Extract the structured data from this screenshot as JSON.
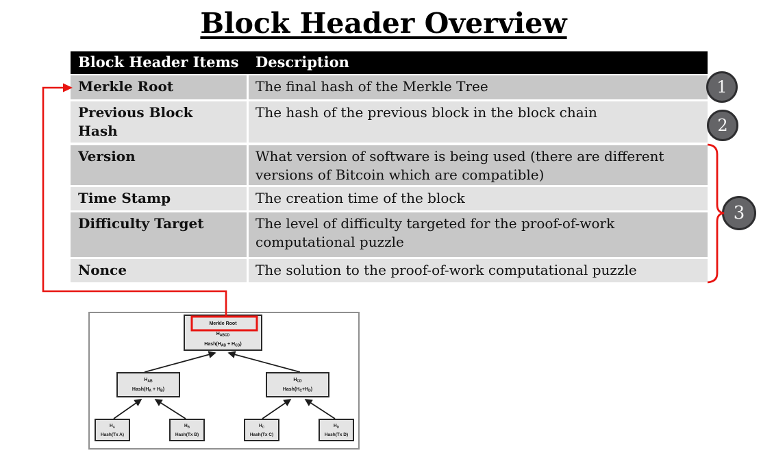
{
  "title": "Block Header Overview",
  "table": {
    "headers": [
      "Block Header Items",
      "Description"
    ],
    "rows": [
      {
        "item": "Merkle Root",
        "description": "The final hash of the Merkle Tree",
        "shade": "dark"
      },
      {
        "item": "Previous Block\nHash",
        "description": "The hash of the previous block in the block chain",
        "shade": "light"
      },
      {
        "item": "Version",
        "description": "What version of software is being used (there are different\nversions of Bitcoin which are compatible)",
        "shade": "dark"
      },
      {
        "item": "Time Stamp",
        "description": "The creation time of the block",
        "shade": "light"
      },
      {
        "item": "Difficulty Target",
        "description": "The level of difficulty targeted for the proof-of-work\ncomputational puzzle",
        "shade": "dark"
      },
      {
        "item": "Nonce",
        "description": "The solution to the proof-of-work computational puzzle",
        "shade": "light"
      }
    ]
  },
  "annotations": {
    "badges": [
      "1",
      "2",
      "3"
    ],
    "arrow_target": "Merkle Root row to Merkle Root node in tree diagram",
    "brace_rows": "Version through Nonce"
  },
  "tree": {
    "root": {
      "label": "Merkle Root",
      "hash_main": "H",
      "hash_sub": "ABCD",
      "formula": [
        {
          "t": "Hash(H"
        },
        {
          "t": "AB",
          "sub": true
        },
        {
          "t": " + H"
        },
        {
          "t": "CD",
          "sub": true
        },
        {
          "t": ")"
        }
      ]
    },
    "left": {
      "hash_main": "H",
      "hash_sub": "AB",
      "formula": [
        {
          "t": "Hash(H"
        },
        {
          "t": "A",
          "sub": true
        },
        {
          "t": " + H"
        },
        {
          "t": "B",
          "sub": true
        },
        {
          "t": ")"
        }
      ]
    },
    "right": {
      "hash_main": "H",
      "hash_sub": "CD",
      "formula": [
        {
          "t": "Hash(H"
        },
        {
          "t": "C",
          "sub": true
        },
        {
          "t": "+H"
        },
        {
          "t": "D",
          "sub": true
        },
        {
          "t": ")"
        }
      ]
    },
    "leaves": [
      {
        "hash_main": "H",
        "hash_sub": "A",
        "formula": "Hash(Tx A)"
      },
      {
        "hash_main": "H",
        "hash_sub": "B",
        "formula": "Hash(Tx B)"
      },
      {
        "hash_main": "H",
        "hash_sub": "C",
        "formula": "Hash(Tx C)"
      },
      {
        "hash_main": "H",
        "hash_sub": "D",
        "formula": "Hash(Tx D)"
      }
    ]
  },
  "colors": {
    "accent_red": "#e81511",
    "header_bg": "#000000",
    "row_dark": "#c7c7c7",
    "row_light": "#e2e2e2",
    "badge_fill": "#646467",
    "badge_border": "#2e2e30",
    "tree_box_fill": "#e4e4e4"
  }
}
